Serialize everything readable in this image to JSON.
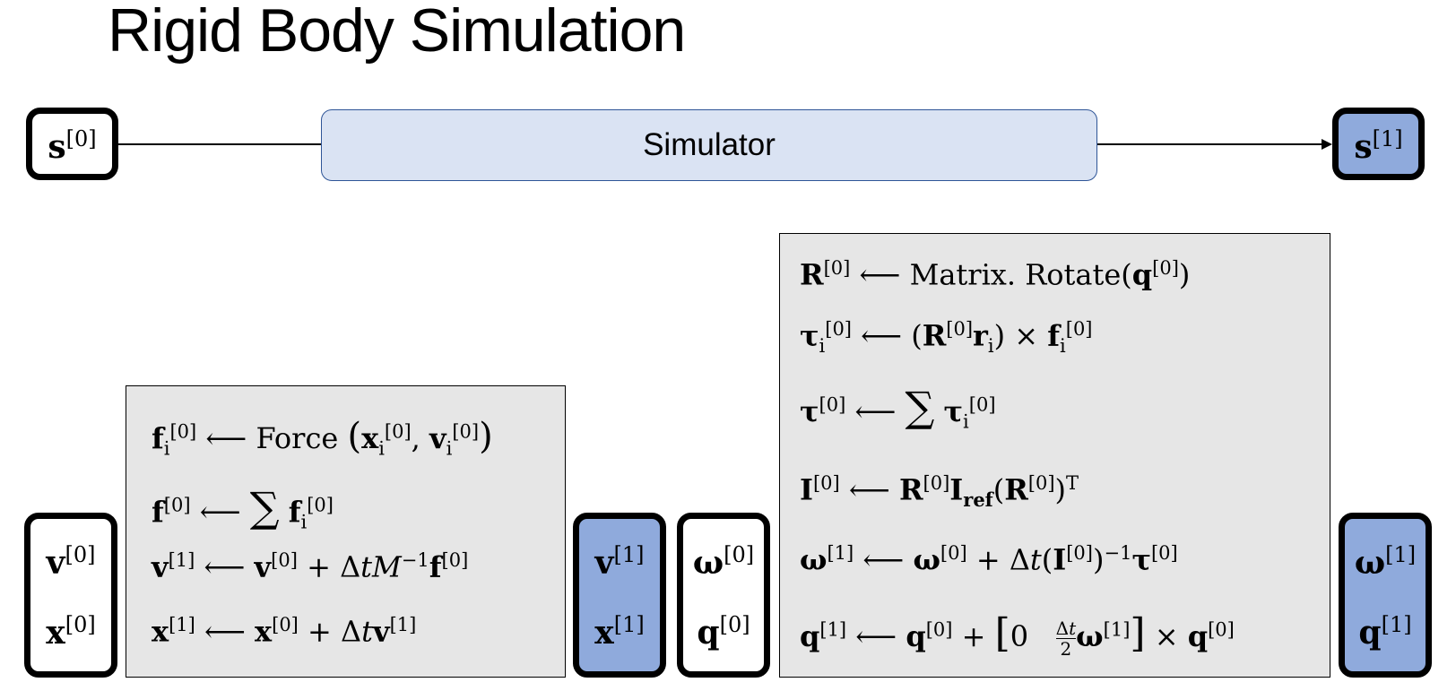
{
  "title": "Rigid Body Simulation",
  "simulator_label": "Simulator",
  "colors": {
    "output_fill": "#8faadc",
    "simulator_fill": "#dae3f3",
    "panel_fill": "#e6e6e6"
  },
  "states": {
    "s0": {
      "sym": "s",
      "idx": "[0]"
    },
    "s1": {
      "sym": "s",
      "idx": "[1]"
    },
    "v0": {
      "sym": "v",
      "idx": "[0]"
    },
    "x0": {
      "sym": "x",
      "idx": "[0]"
    },
    "v1": {
      "sym": "v",
      "idx": "[1]"
    },
    "x1": {
      "sym": "x",
      "idx": "[1]"
    },
    "w0": {
      "sym": "ω",
      "idx": "[0]"
    },
    "q0": {
      "sym": "q",
      "idx": "[0]"
    },
    "w1": {
      "sym": "ω",
      "idx": "[1]"
    },
    "q1": {
      "sym": "q",
      "idx": "[1]"
    }
  },
  "translation_equations": [
    "f_i^[0] ⟵ Force(x_i^[0], v_i^[0])",
    "f^[0] ⟵ ∑ f_i^[0]",
    "v^[1] ⟵ v^[0] + ΔtM^−1 f^[0]",
    "x^[1] ⟵ x^[0] + Δt v^[1]"
  ],
  "rotation_equations": [
    "R^[0] ⟵ Matrix. Rotate(q^[0])",
    "τ_i^[0] ⟵ (R^[0] r_i) × f_i^[0]",
    "τ^[0] ⟵ ∑ τ_i^[0]",
    "I^[0] ⟵ R^[0] I_ref (R^[0])^T",
    "ω^[1] ⟵ ω^[0] + Δt(I^[0])^−1 τ^[0]",
    "q^[1] ⟵ q^[0] + [0  Δt/2 ω^[1]] × q^[0]"
  ]
}
